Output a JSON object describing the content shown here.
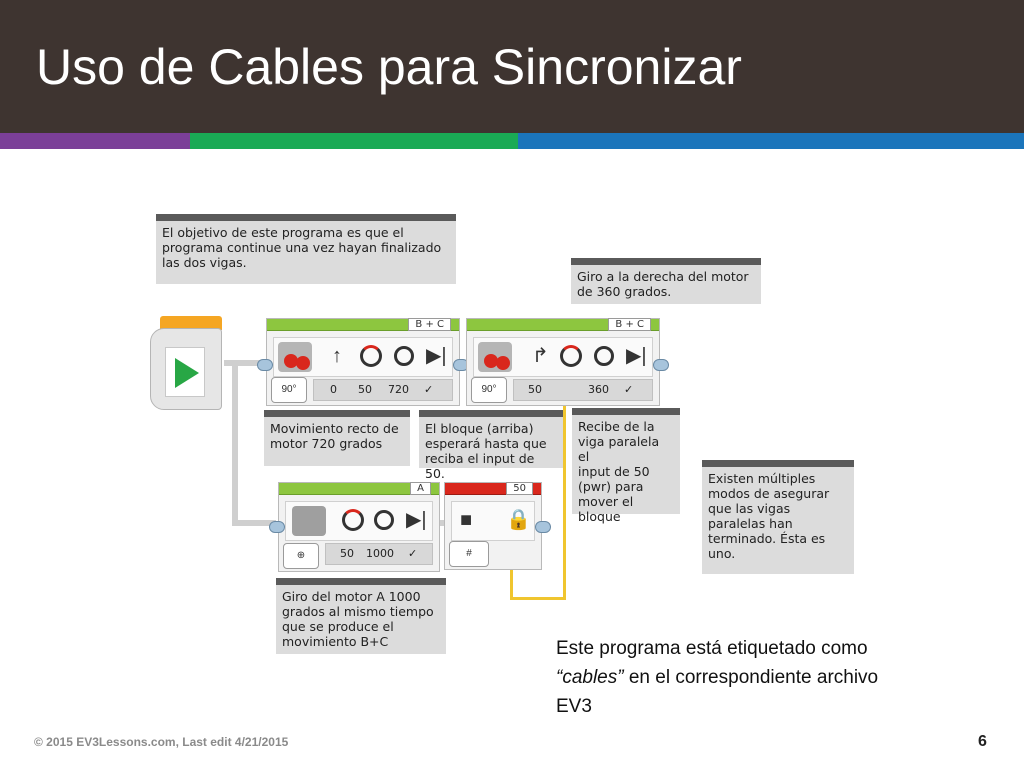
{
  "slide": {
    "title": "Uso de Cables para Sincronizar",
    "footer": "© 2015 EV3Lessons.com, Last edit 4/21/2015",
    "page_number": "6",
    "stripe_colors": [
      "#7b3f98",
      "#1aaa55",
      "#1b75bb"
    ],
    "header_color": "#3e3430"
  },
  "comments": {
    "objective": "El objetivo de este programa es que el\nprograma continue una vez hayan finalizado\nlas dos vigas.",
    "turn": "Giro a la derecha del motor\nde 360 grados.",
    "straight": "Movimiento recto de\nmotor 720 grados",
    "wait_block": "El bloque (arriba)\nesperará hasta que\nreciba el input de 50.",
    "receive": "Recibe de la\nviga paralela el\ninput de 50\n(pwr) para\nmover el\nbloque",
    "multiple_modes": "Existen múltiples\nmodos de asegurar\nque las vigas\nparalelas han\nterminado. Ésta es\nuno.",
    "motor_a": "Giro del motor A 1000\ngrados al mismo tiempo\nque se produce el\nmovimiento B+C"
  },
  "blocks": {
    "move1": {
      "port": "B + C",
      "mode": "90°",
      "params": [
        "0",
        "50",
        "720"
      ]
    },
    "move2": {
      "port": "B + C",
      "mode": "90°",
      "params": [
        "50",
        "360"
      ]
    },
    "motorA": {
      "port": "A",
      "params": [
        "50",
        "1000"
      ]
    },
    "variable": {
      "value": "50"
    }
  },
  "note": {
    "line1": "Este programa está etiquetado como",
    "quoted": "“cables”",
    "line2_rest": " en el correspondiente archivo",
    "line3": "EV3"
  }
}
